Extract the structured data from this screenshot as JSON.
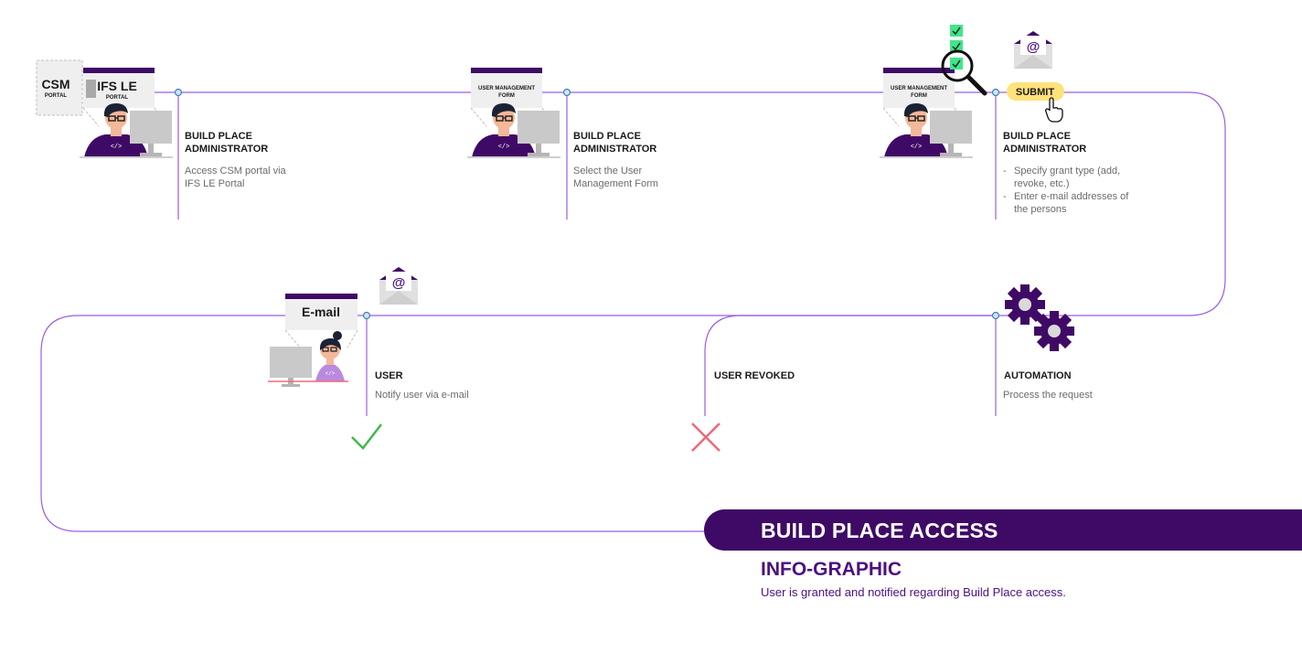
{
  "steps": [
    {
      "title_line1": "BUILD PLACE",
      "title_line2": "ADMINISTRATOR",
      "desc_line1": "Access CSM portal via",
      "desc_line2": "IFS LE Portal"
    },
    {
      "title_line1": "BUILD PLACE",
      "title_line2": "ADMINISTRATOR",
      "desc_line1": "Select the User",
      "desc_line2": "Management Form"
    },
    {
      "title_line1": "BUILD PLACE",
      "title_line2": "ADMINISTRATOR",
      "bullets": [
        "Specify grant type (add, revoke, etc.)",
        "Enter e-mail addresses of the persons"
      ]
    },
    {
      "title": "AUTOMATION",
      "desc": "Process the request"
    },
    {
      "title": "USER REVOKED"
    },
    {
      "title": "USER",
      "desc": "Notify user via e-mail"
    }
  ],
  "screens": {
    "csm_line1": "CSM",
    "csm_line2": "PORTAL",
    "ifs_line1": "IFS LE",
    "ifs_line2": "PORTAL",
    "umf_line1": "USER MANAGEMENT",
    "umf_line2": "FORM",
    "email": "E-mail"
  },
  "submit_label": "SUBMIT",
  "shirt_code": "</>",
  "banner": {
    "title": "BUILD PLACE ACCESS",
    "subtitle": "INFO-GRAPHIC",
    "caption": "User is granted and notified regarding Build Place access."
  },
  "colors": {
    "line": "#9b5de5",
    "brand": "#3f0a66",
    "purple": "#4d1080",
    "check_green": "#43b84a",
    "cross_red": "#f06878",
    "submit_yellow": "#ffe27a"
  }
}
